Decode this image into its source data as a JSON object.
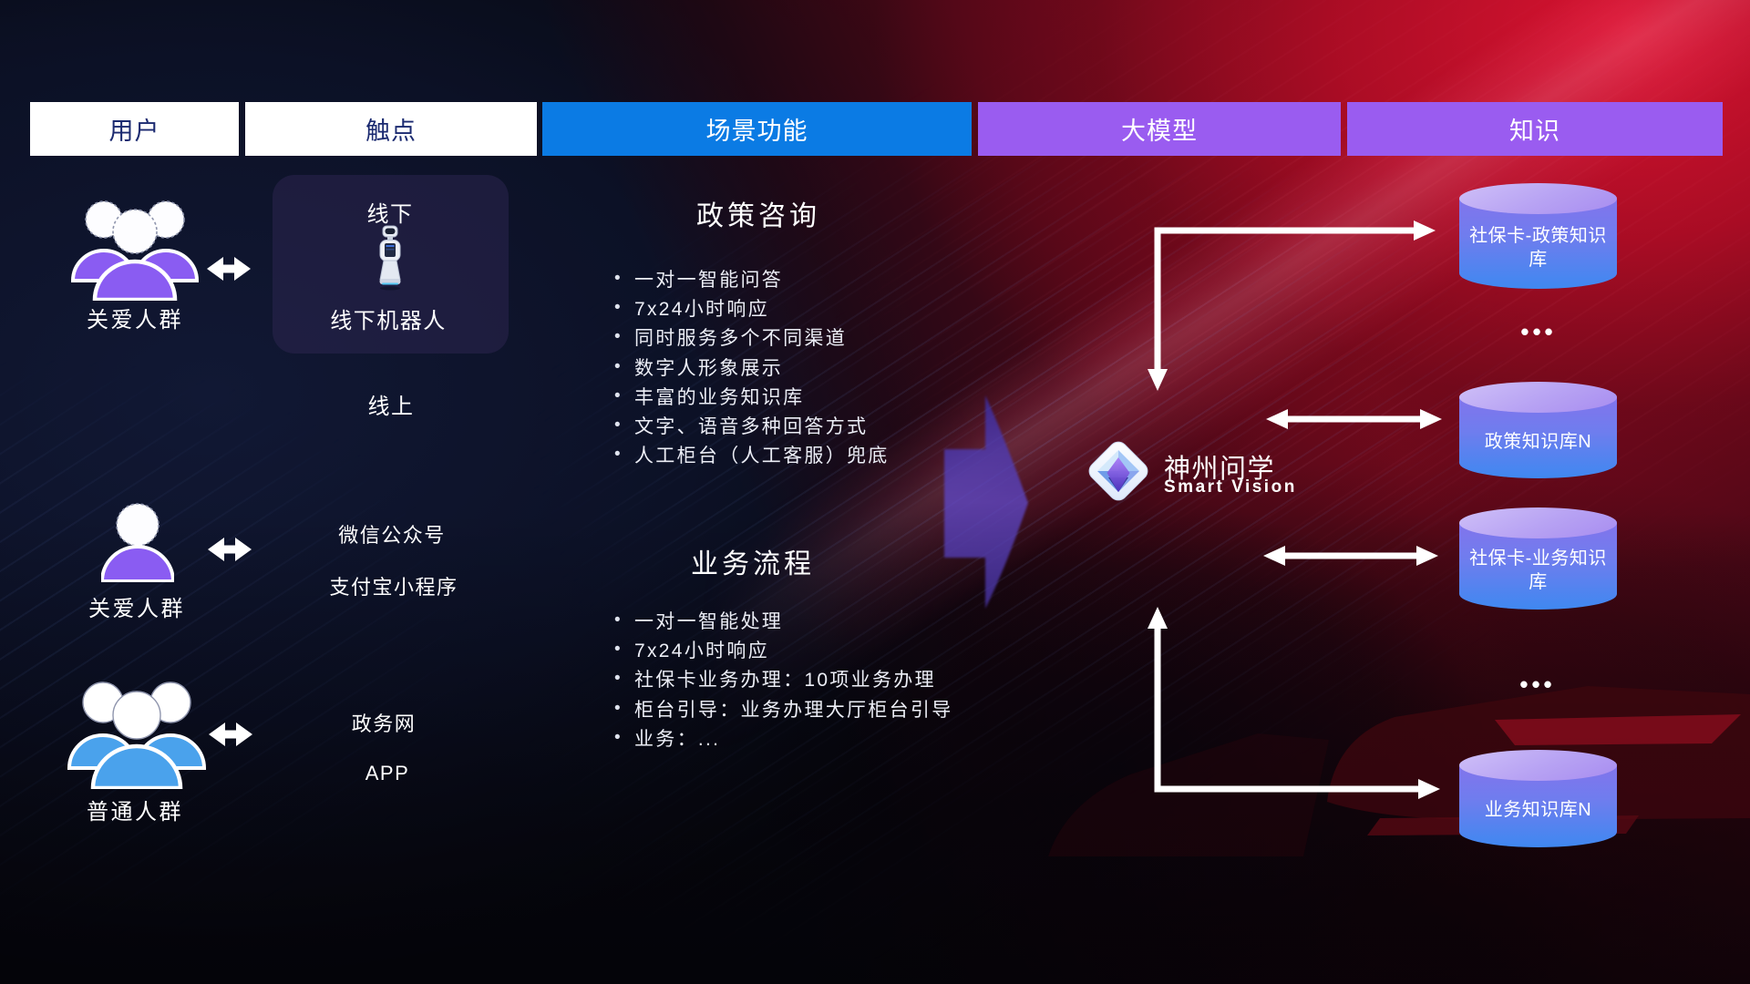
{
  "header": {
    "columns": [
      {
        "label": "用户",
        "bg": "#ffffff",
        "text_color": "#1b2a70"
      },
      {
        "label": "触点",
        "bg": "#ffffff",
        "text_color": "#1b2a70"
      },
      {
        "label": "场景功能",
        "bg": "#0b7be4",
        "text_color": "#ffffff"
      },
      {
        "label": "大模型",
        "bg": "#9a5cf0",
        "text_color": "#ffffff"
      },
      {
        "label": "知识",
        "bg": "#9a5cf0",
        "text_color": "#ffffff"
      }
    ]
  },
  "users": [
    {
      "label": "关爱人群",
      "icon": "group-people-icon",
      "color": "#8a5cf2"
    },
    {
      "label": "关爱人群",
      "icon": "single-person-icon",
      "color": "#8a5cf2"
    },
    {
      "label": "普通人群",
      "icon": "group-people-icon",
      "color": "#4aa2ec"
    }
  ],
  "touchpoints": {
    "offline": {
      "title": "线下",
      "robot_label": "线下机器人",
      "icon": "robot-icon"
    },
    "online": {
      "title": "线上"
    },
    "channels": [
      "微信公众号",
      "支付宝小程序",
      "政务网",
      "APP"
    ]
  },
  "scenes": [
    {
      "title": "政策咨询",
      "bullets": [
        "一对一智能问答",
        "7x24小时响应",
        "同时服务多个不同渠道",
        "数字人形象展示",
        "丰富的业务知识库",
        "文字、语音多种回答方式",
        "人工柜台（人工客服）兜底"
      ]
    },
    {
      "title": "业务流程",
      "bullets": [
        "一对一智能处理",
        "7x24小时响应",
        "社保卡业务办理：10项业务办理",
        "柜台引导：业务办理大厅柜台引导",
        "业务：..."
      ]
    }
  ],
  "model": {
    "logo_title": "神州问学",
    "logo_subtitle": "Smart Vision",
    "icon": "diamond-logo"
  },
  "knowledge": {
    "databases": [
      {
        "label": "社保卡-政策知识库"
      },
      {
        "label": "政策知识库N"
      },
      {
        "label": "社保卡-业务知识库"
      },
      {
        "label": "业务知识库N"
      }
    ],
    "ellipsis": "•••"
  },
  "colors": {
    "header_blue": "#0b7be4",
    "header_purple": "#9a5cf0",
    "user_purple": "#8a5cf2",
    "user_blue": "#4aa2ec",
    "db_top": "#b7a2f3",
    "db_body_top": "#8274ec",
    "db_body_bottom": "#3f88f0",
    "arrow_white": "#ffffff",
    "bg_red": "#b00e26",
    "bg_navy": "#0c1126"
  }
}
